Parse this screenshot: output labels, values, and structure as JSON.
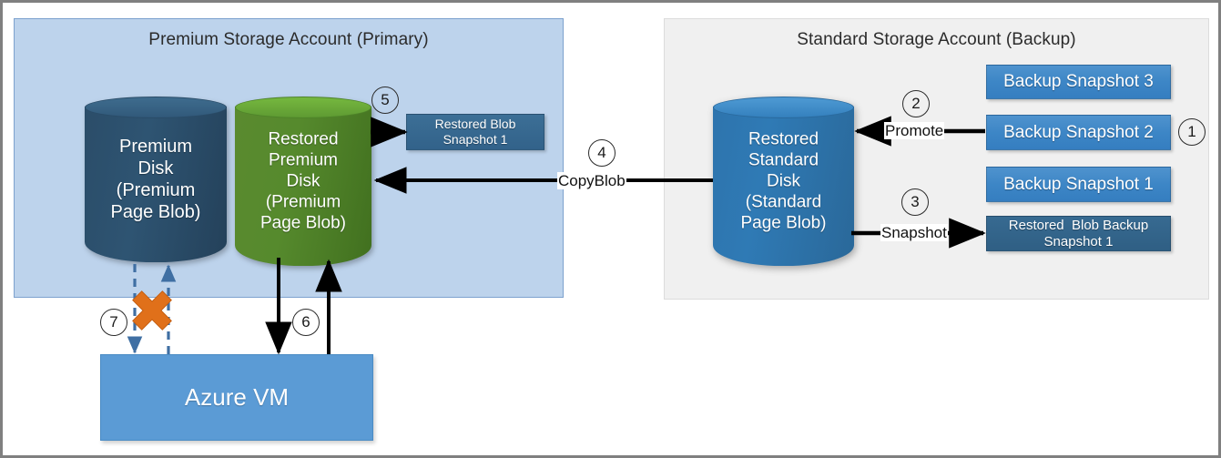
{
  "diagram": {
    "title": "Azure Premium Disk backup and restore flow",
    "colors": {
      "premium_account_bg": "#bdd3ec",
      "premium_account_border": "#7da2ce",
      "standard_account_bg": "#f0f0f0",
      "standard_account_border": "#dcdcdc",
      "premium_disk": "#2e5472",
      "restored_premium_disk": "#568a2d",
      "restored_standard_disk": "#2f7ab5",
      "snapshot_box": "#3d86c6",
      "restored_snapshot_box": "#32628a",
      "azure_vm": "#5b9bd5",
      "blocked_x": "#e0701a",
      "arrow": "#000000",
      "dashed_arrow": "#3f6fa3"
    }
  },
  "premium_account": {
    "title": "Premium Storage Account (Primary)",
    "premium_disk_label": "Premium\nDisk\n(Premium\nPage Blob)",
    "restored_premium_disk_label": "Restored\nPremium\nDisk\n(Premium\nPage Blob)",
    "restored_blob_snapshot_label": "Restored Blob\nSnapshot 1"
  },
  "standard_account": {
    "title": "Standard Storage Account (Backup)",
    "restored_standard_disk_label": "Restored\nStandard\nDisk\n(Standard\nPage Blob)",
    "snapshots": [
      {
        "id": "backup-snapshot-3",
        "label": "Backup Snapshot 3",
        "style": "light"
      },
      {
        "id": "backup-snapshot-2",
        "label": "Backup Snapshot 2",
        "style": "light"
      },
      {
        "id": "backup-snapshot-1",
        "label": "Backup Snapshot 1",
        "style": "light"
      },
      {
        "id": "restored-blob-backup-snapshot-1",
        "label": "Restored  Blob Backup\nSnapshot 1",
        "style": "dark"
      }
    ]
  },
  "compute": {
    "azure_vm_label": "Azure VM"
  },
  "steps": [
    {
      "number": "1",
      "marker": "①"
    },
    {
      "number": "2",
      "marker": "②"
    },
    {
      "number": "3",
      "marker": "③"
    },
    {
      "number": "4",
      "marker": "④"
    },
    {
      "number": "5",
      "marker": "⑤"
    },
    {
      "number": "6",
      "marker": "⑥"
    },
    {
      "number": "7",
      "marker": "⑦"
    }
  ],
  "step_labels": {
    "step1": "1",
    "step2": "2",
    "step3": "3",
    "step4": "4",
    "step5": "5",
    "step6": "6",
    "step7": "7"
  },
  "edge_labels": {
    "copyblob": "CopyBlob",
    "promote": "Promote",
    "snapshot": "Snapshot"
  }
}
